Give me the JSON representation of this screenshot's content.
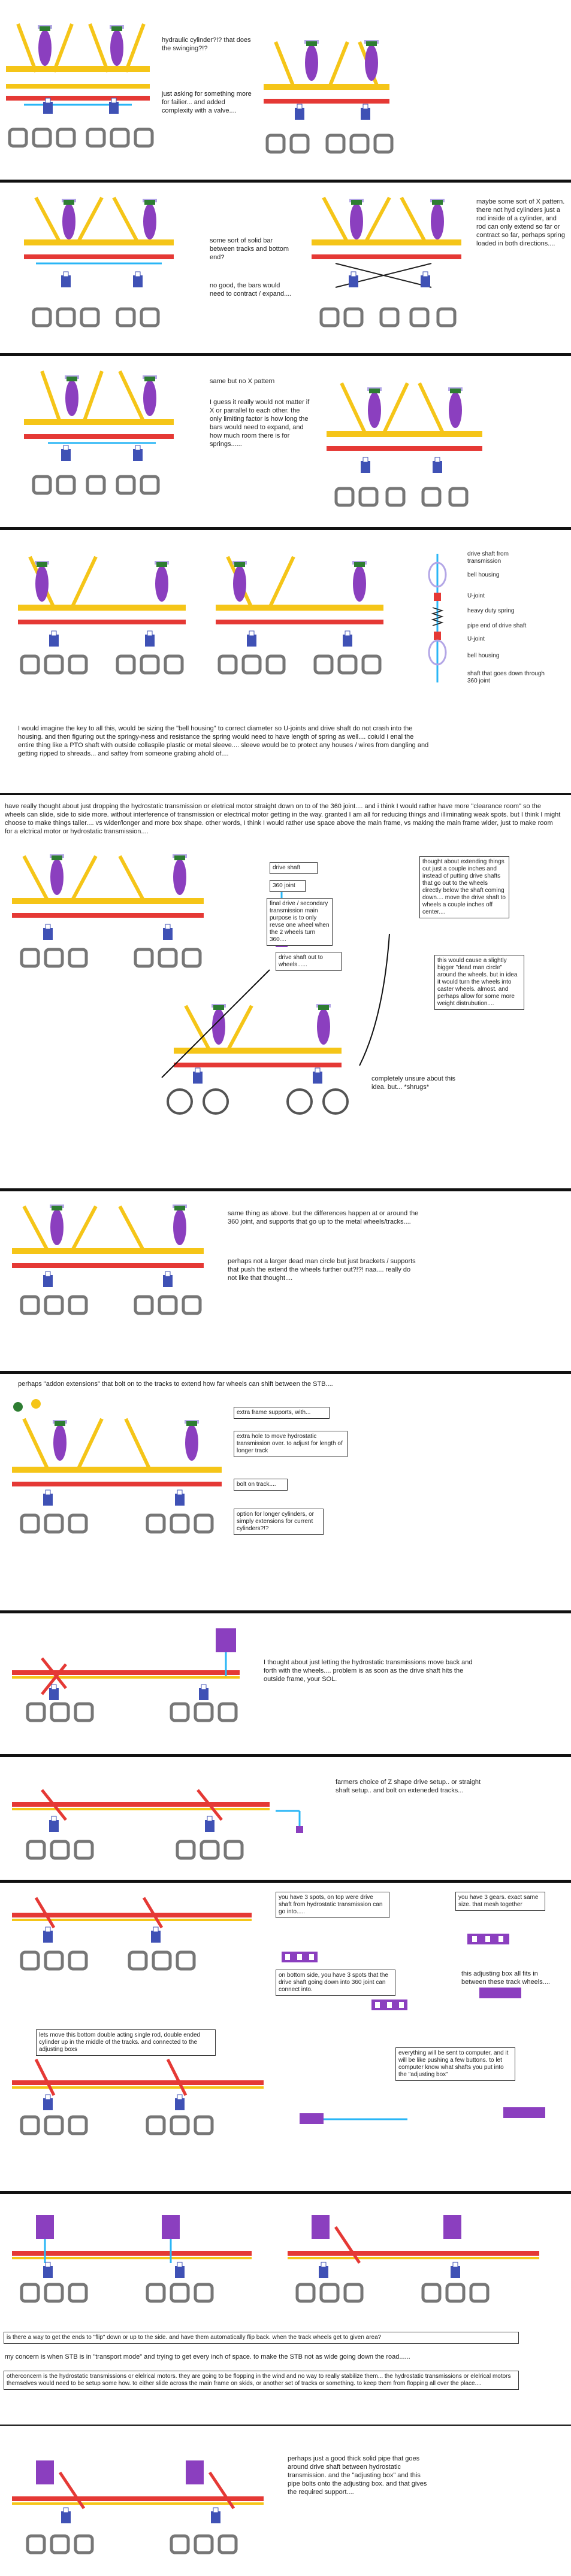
{
  "colors": {
    "frame": "#f5c518",
    "cylinder": "#8b3fbf",
    "rail": "#e53935",
    "track": "#777777",
    "shaft": "#29b6f6",
    "hub": "#3f51b5",
    "joint": "#4caf50",
    "pad": "#b3a6e6",
    "divider": "#111111"
  },
  "section1": {
    "note1": "hydraulic cylinder?!? that does the swinging?!?",
    "note2": "just asking for something more for failier... and added complexity with a valve...."
  },
  "section2": {
    "note_left": "some sort of solid bar between tracks and bottom end?",
    "note_left2": "no good, the bars would need to contract / expand....",
    "note_right": "maybe some sort of X pattern.  there not hyd cylinders just a rod inside of a cylinder, and rod can only extend so far or contract so far, perhaps spring loaded in both directions...."
  },
  "section3": {
    "note": "same but no X pattern",
    "note2": "I guess it really would not matter if X or parrallel to each other.  the only limiting factor is how long the bars would need to expand, and how much room there is for springs......"
  },
  "section4": {
    "legend": [
      "drive shaft from transmission",
      "bell housing",
      "U-joint",
      "heavy duty spring",
      "pipe end of drive shaft",
      "U-joint",
      "bell housing",
      "shaft that goes down through 360 joint"
    ],
    "paragraph": "I would imagine the key to all this, would be sizing the \"bell housing\" to correct diameter so U-joints and drive shaft do not crash into the housing.  and then figuring out the springy-ness and resistance the spring would need to have length of spring as well.... coiuld I enal the entire thing like a PTO shaft with outside collaspile plastic or metal sleeve.... sleeve would be to protect any houses / wires from dangling and getting ripped to shreads... and saftey from someone grabing ahold of...."
  },
  "section5": {
    "paragraph": "have really thought about just dropping the hydrostatic transmission or eletrical motor straight down on to of the 360 joint.... and i think I would rather have more \"clearance room\" so the wheels can slide, side to side more. without interference of transmission or electrical motor getting in the way. granted I am all for reducing things and illiminating weak spots. but I think I might choose to make things taller.... vs wider/longer and more box shape. other words, I think I would rather use space above the main frame, vs making the main frame wider, just to make room for a elctrical motor or hydrostatic transmission...."
  },
  "section6": {
    "labels": [
      "drive shaft",
      "360 joint",
      "final drive / secondary transmission main purpose is to only revse one wheel when the 2 wheels turn 360....",
      "drive shaft out to wheels......"
    ],
    "note1": "thought about extending things out just a couple inches  and instead of putting drive shafts that go out to the wheels directly below the shaft coming down....  move the drive shaft to wheels a couple inches off center....",
    "note2": "this would cause a slightly bigger \"dead man circle\" around the wheels. but in idea it would turn the wheels into caster wheels. almost.  and perhaps allow for some more weight distrubution....",
    "note3": "completely unsure about this idea. but... *shrugs*"
  },
  "section7": {
    "note1": "same thing as above. but the differences happen at or around the 360 joint, and supports that go up to the metal wheels/tracks....",
    "note2": "perhaps not a larger dead man circle but just brackets / supports that push the extend the wheels further out?!?!  naa.... really do not like that thought...."
  },
  "section8": {
    "heading": "perhaps \"addon extensions\" that bolt on to the tracks to extend how far wheels can shift between the STB....",
    "labels": [
      "extra frame supports, with...",
      "extra hole to move hydrostatic transmission over. to adjust for length of longer track",
      "bolt on track....",
      "option for longer cylinders, or simply extensions for current cylinders?!?"
    ]
  },
  "section9": {
    "note": "I thought about just letting the hydrostatic transmissions move back and forth with the wheels.... problem is as soon as the drive shaft hits the outside frame, your SOL."
  },
  "section10": {
    "note": "farmers choice of Z shape drive setup.. or straight shaft setup.. and bolt on exteneded tracks..."
  },
  "section11": {
    "label1": "you have 3 spots, on top were drive shaft from hydrostatic transmission can go into.....",
    "label2": "you have 3 gears. exact same size. that mesh together",
    "label3": "on bottom side, you have 3 spots that the drive shaft going down into 360 joint can connect into.",
    "label4": "this adjusting box all fits in between these track wheels....",
    "label5": "lets move this bottom double acting single rod, double ended cylinder up in the middle of the tracks.  and connected to the adjusting boxs",
    "label6": "everything will be sent to computer, and it will be like pushing a few buttons. to let computer know what shafts you put into the \"adjusting box\""
  },
  "section12": {
    "q1": "is there a way to get the ends to \"flip\" down or up to the side. and have them automatically flip back. when the track wheels get to given area?",
    "q2": "my concern is when STB is in \"transport mode\" and trying to get every inch of space. to make the STB not as wide going down the road......",
    "q3": "otherconcern is the hydrostatic transmissions or elelrical motors. they are going to be flopping in the wind  and no way to really stabilize them... the hydrostatic transmissions or elelrical motors themselves would need to be setup some how. to either slide across the main frame on skids, or another set of tracks or something. to keep them from flopping all over the place...."
  },
  "section13": {
    "note": "perhaps just a good thick solid pipe that goes around drive shaft between hydrostatic transmission.  and the \"adjusting box\"  and this pipe bolts onto the adjusting box.  and that gives the required support...."
  }
}
